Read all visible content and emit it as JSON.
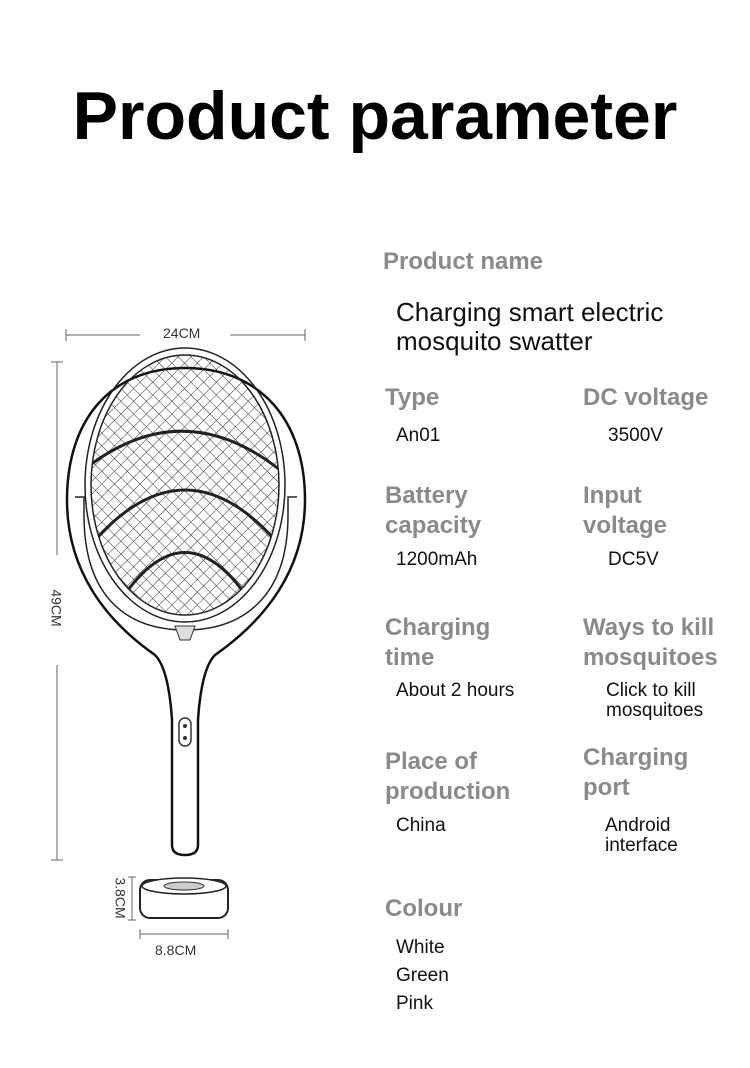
{
  "title": "Product parameter",
  "product_name": {
    "label": "Product name",
    "value_line1": "Charging smart electric",
    "value_line2": "mosquito swatter"
  },
  "specs": {
    "type": {
      "label": "Type",
      "value": "An01"
    },
    "dc_voltage": {
      "label": "DC voltage",
      "value": "3500V"
    },
    "battery": {
      "label1": "Battery",
      "label2": "capacity",
      "value": "1200mAh"
    },
    "input_voltage": {
      "label1": "Input",
      "label2": "voltage",
      "value": "DC5V"
    },
    "charging_time": {
      "label1": "Charging",
      "label2": "time",
      "value": "About 2 hours"
    },
    "kill_ways": {
      "label1": "Ways to kill",
      "label2": "mosquitoes",
      "value1": "Click to kill",
      "value2": "mosquitoes"
    },
    "place": {
      "label1": "Place of",
      "label2": "production",
      "value": "China"
    },
    "port": {
      "label1": "Charging",
      "label2": "port",
      "value1": "Android",
      "value2": "interface"
    },
    "colour": {
      "label": "Colour",
      "values": [
        "White",
        "Green",
        "Pink"
      ]
    }
  },
  "dimensions": {
    "width": "24CM",
    "height": "49CM",
    "base_height": "3.8CM",
    "base_width": "8.8CM"
  }
}
